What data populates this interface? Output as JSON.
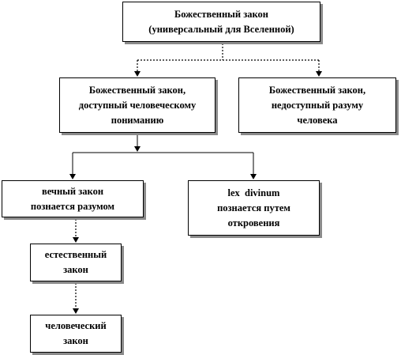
{
  "diagram": {
    "nodes": {
      "root": {
        "line1": "Божественный закон",
        "line2": "(универсальный для Вселенной)"
      },
      "accessible": {
        "line1": "Божественный закон,",
        "line2": "доступный человеческому",
        "line3": "пониманию"
      },
      "inaccessible": {
        "line1": "Божественный закон,",
        "line2": "недоступный разуму",
        "line3": "человека"
      },
      "eternal": {
        "line1": "вечный закон",
        "line2": "познается разумом"
      },
      "divinum": {
        "line1": "lex  divinum",
        "line2": "познается путем",
        "line3": "откровения"
      },
      "natural": {
        "line1": "естественный",
        "line2": "закон"
      },
      "human": {
        "line1": "человеческий",
        "line2": "закон"
      }
    },
    "edges": [
      {
        "from": "root",
        "to": "accessible",
        "style": "dotted"
      },
      {
        "from": "root",
        "to": "inaccessible",
        "style": "dotted"
      },
      {
        "from": "accessible",
        "to": "eternal",
        "style": "solid"
      },
      {
        "from": "accessible",
        "to": "divinum",
        "style": "solid"
      },
      {
        "from": "eternal",
        "to": "natural",
        "style": "dotted"
      },
      {
        "from": "natural",
        "to": "human",
        "style": "dotted"
      }
    ]
  }
}
